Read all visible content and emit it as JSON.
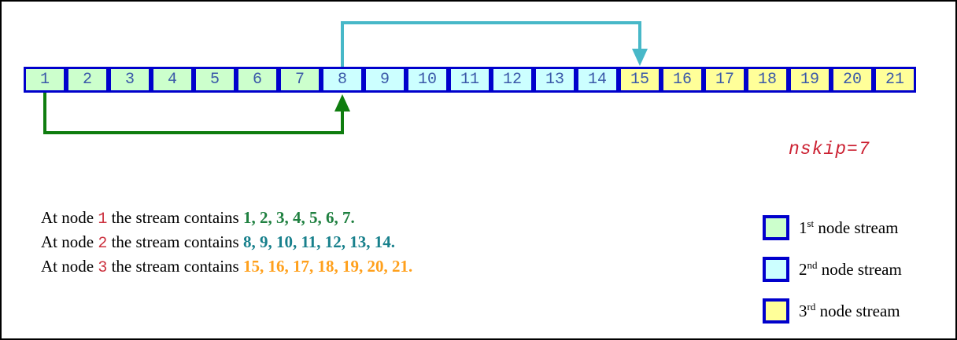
{
  "colors": {
    "cell_border": "#0000cc",
    "cell_text": "#3a58a8",
    "stream1_fill": "#ccffcc",
    "stream2_fill": "#ccffff",
    "stream3_fill": "#ffff99",
    "green_arrow": "#0f7d0f",
    "cyan_arrow": "#48b8c8",
    "node_ref_red": "#cc3340",
    "nskip_red": "#cc2233",
    "list1_green": "#1f8040",
    "list2_teal": "#18808c",
    "list3_orange": "#ffa01c"
  },
  "stream": {
    "cells": [
      {
        "label": "1",
        "group": 1
      },
      {
        "label": "2",
        "group": 1
      },
      {
        "label": "3",
        "group": 1
      },
      {
        "label": "4",
        "group": 1
      },
      {
        "label": "5",
        "group": 1
      },
      {
        "label": "6",
        "group": 1
      },
      {
        "label": "7",
        "group": 1
      },
      {
        "label": "8",
        "group": 2
      },
      {
        "label": "9",
        "group": 2
      },
      {
        "label": "10",
        "group": 2
      },
      {
        "label": "11",
        "group": 2
      },
      {
        "label": "12",
        "group": 2
      },
      {
        "label": "13",
        "group": 2
      },
      {
        "label": "14",
        "group": 2
      },
      {
        "label": "15",
        "group": 3
      },
      {
        "label": "16",
        "group": 3
      },
      {
        "label": "17",
        "group": 3
      },
      {
        "label": "18",
        "group": 3
      },
      {
        "label": "19",
        "group": 3
      },
      {
        "label": "20",
        "group": 3
      },
      {
        "label": "21",
        "group": 3
      }
    ]
  },
  "nskip_label": "nskip=7",
  "statements": [
    {
      "prefix": "At node ",
      "node": "1",
      "middle": " the stream contains ",
      "numbers": "1, 2, 3, 4, 5, 6, 7.",
      "color_key": "list1_green"
    },
    {
      "prefix": "At node ",
      "node": "2",
      "middle": " the stream contains ",
      "numbers": "8, 9, 10, 11, 12, 13, 14.",
      "color_key": "list2_teal"
    },
    {
      "prefix": "At node ",
      "node": "3",
      "middle": " the stream contains ",
      "numbers": "15, 16, 17, 18, 19, 20, 21.",
      "color_key": "list3_orange"
    }
  ],
  "legend": {
    "items": [
      {
        "ordinal": "1",
        "ordinal_suffix": "st",
        "label": " node stream",
        "fill_key": "stream1_fill"
      },
      {
        "ordinal": "2",
        "ordinal_suffix": "nd",
        "label": " node stream",
        "fill_key": "stream2_fill"
      },
      {
        "ordinal": "3",
        "ordinal_suffix": "rd",
        "label": " node stream",
        "fill_key": "stream3_fill"
      }
    ]
  }
}
